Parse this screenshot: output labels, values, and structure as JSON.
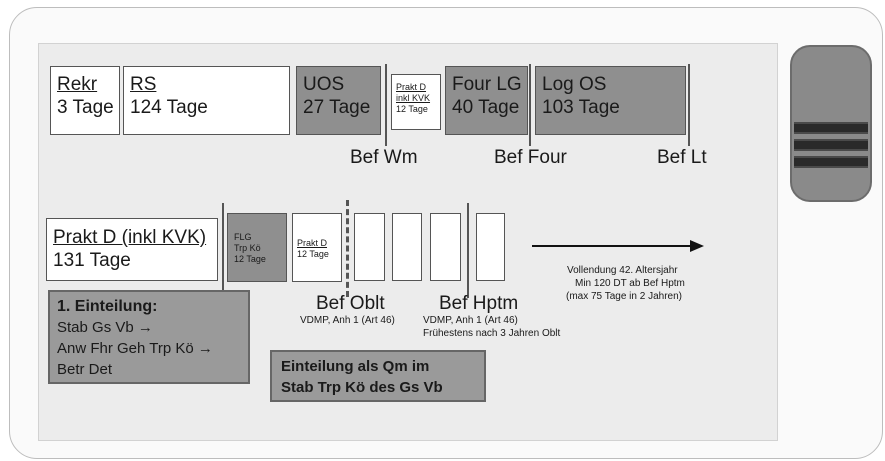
{
  "row1": {
    "rekr": {
      "title": "Rekr",
      "sub": "3 Tage"
    },
    "rs": {
      "title": "RS",
      "sub": "124 Tage"
    },
    "uos": {
      "title": "UOS",
      "sub": "27 Tage"
    },
    "prakt": {
      "l1": "Prakt D",
      "l2": "inkl KVK",
      "l3": "12 Tage"
    },
    "four": {
      "title": "Four LG",
      "sub": "40 Tage"
    },
    "logos": {
      "title": "Log OS",
      "sub": "103 Tage"
    },
    "bef_wm": "Bef Wm",
    "bef_four": "Bef Four",
    "bef_lt": "Bef Lt"
  },
  "row2": {
    "prakt_d": {
      "title": "Prakt D (inkl KVK)",
      "sub": "131 Tage"
    },
    "flg": {
      "l1": "FLG",
      "l2": "Trp Kö",
      "l3": "12 Tage"
    },
    "prakt2": {
      "l1": "Prakt D",
      "l2": "12 Tage"
    },
    "arrow_note": {
      "l1": "Vollendung 42. Altersjahr",
      "l2": "Min 120 DT ab Bef Hptm",
      "l3": "(max 75 Tage in 2 Jahren)"
    },
    "bef_oblt": "Bef Oblt",
    "oblt_note": "VDMP, Anh 1 (Art 46)",
    "bef_hptm": "Bef Hptm",
    "hptm_note1": "VDMP, Anh 1 (Art 46)",
    "hptm_note2": "Frühestens nach 3 Jahren Oblt"
  },
  "einteilung": {
    "title": "1.  Einteilung:",
    "l1": "Stab Gs Vb →",
    "l2": "Anw Fhr Geh Trp Kö →",
    "l3": "Betr Det"
  },
  "qm": {
    "l1": "Einteilung als Qm im",
    "l2": "Stab Trp Kö des Gs Vb"
  },
  "colors": {
    "gray_box": "#8f8f8f",
    "white_box": "#ffffff",
    "slide_bg": "#ececec"
  }
}
